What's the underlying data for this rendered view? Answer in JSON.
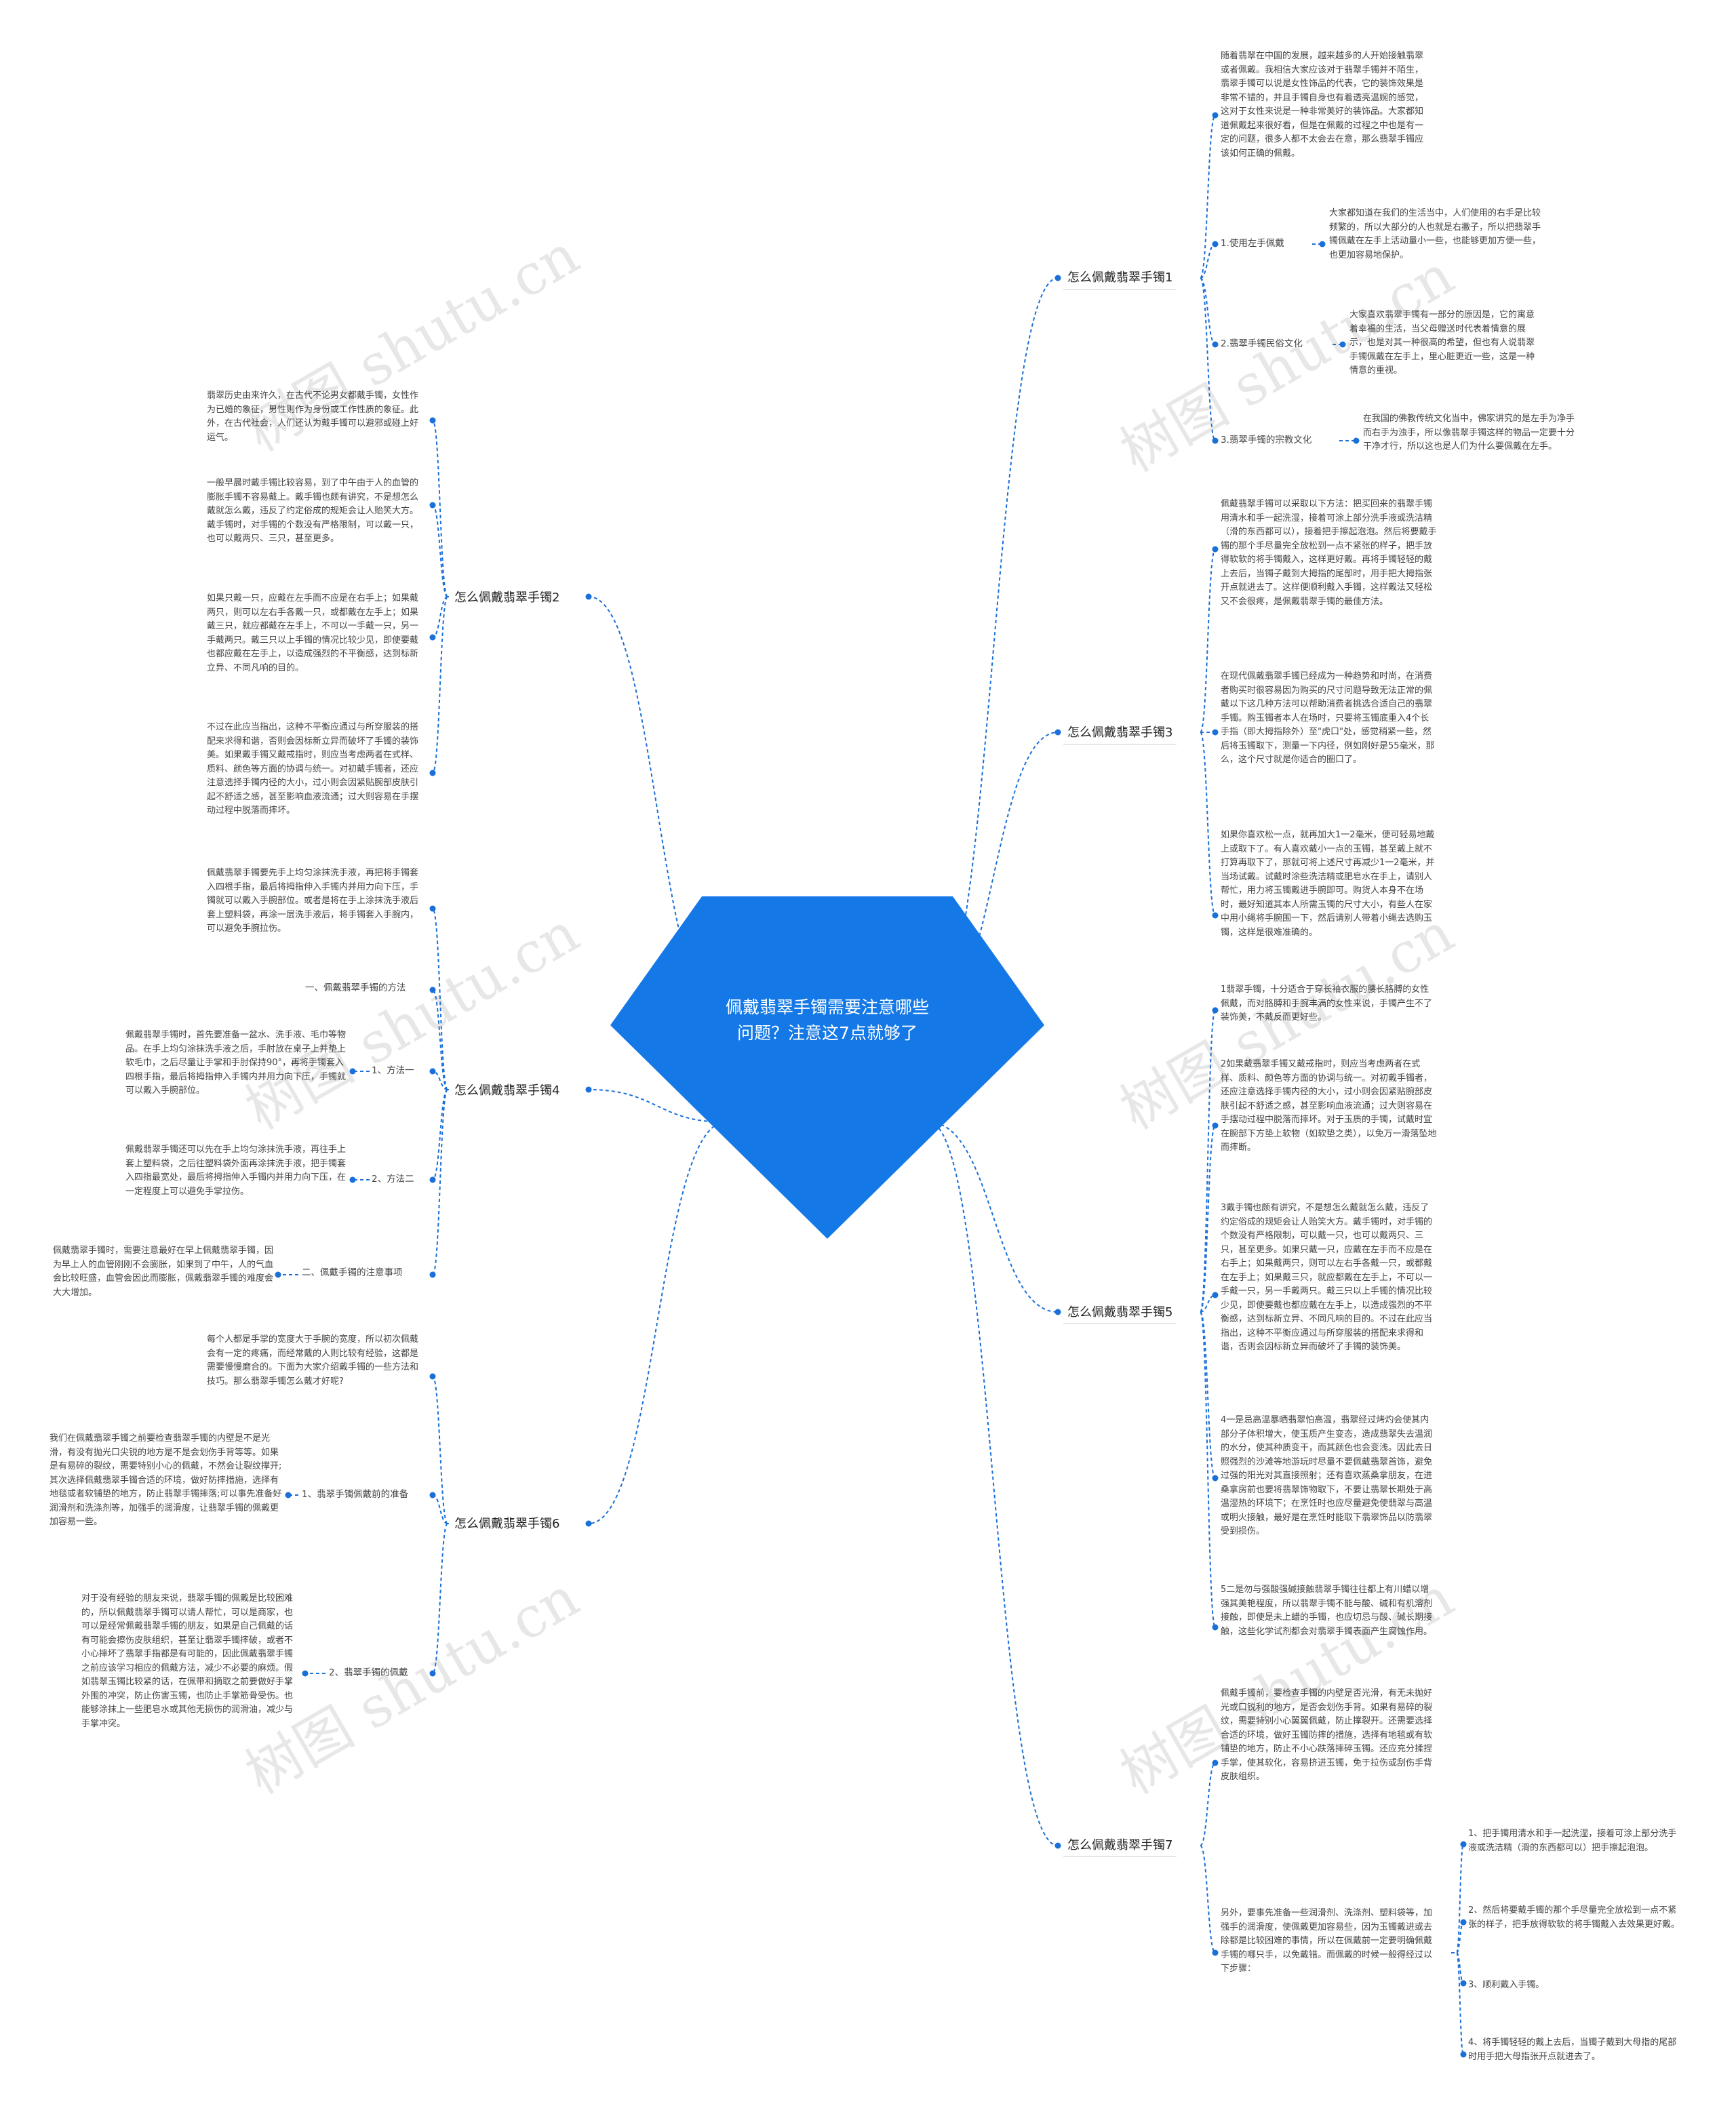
{
  "center": {
    "title": "佩戴翡翠手镯需要注意哪些问题？注意这7点就够了",
    "color": "#1478e6"
  },
  "line_color": "#1a6fd8",
  "watermark": "树图 shutu.cn",
  "branches": {
    "b1": {
      "label": "怎么佩戴翡翠手镯1",
      "intro": "随着翡翠在中国的发展，越来越多的人开始接触翡翠或者佩戴。我相信大家应该对于翡翠手镯并不陌生，翡翠手镯可以说是女性饰品的代表，它的装饰效果是非常不错的，并且手镯自身也有着透亮温婉的感觉，这对于女性来说是一种非常美好的装饰品。大家都知道佩戴起来很好看，但是在佩戴的过程之中也是有一定的问题，很多人都不太会去在意，那么翡翠手镯应该如何正确的佩戴。",
      "subs": [
        {
          "label": "1.使用左手佩戴",
          "text": "大家都知道在我们的生活当中，人们使用的右手是比较频繁的，所以大部分的人也就是右撇子，所以把翡翠手镯佩戴在左手上活动量小一些，也能够更加方便一些，也更加容易地保护。"
        },
        {
          "label": "2.翡翠手镯民俗文化",
          "text": "大家喜欢翡翠手镯有一部分的原因是，它的寓意着幸福的生活，当父母赠送时代表着情意的展示，也是对其一种很高的希望，但也有人说翡翠手镯佩戴在左手上，里心脏更近一些，这是一种情意的重视。"
        },
        {
          "label": "3.翡翠手镯的宗教文化",
          "text": "在我国的佛教传统文化当中，佛家讲究的是左手为净手而右手为浊手，所以像翡翠手镯这样的物品一定要十分干净才行，所以这也是人们为什么要佩戴在左手。"
        }
      ]
    },
    "b2": {
      "label": "怎么佩戴翡翠手镯2",
      "texts": [
        "翡翠历史由来许久，在古代不论男女都戴手镯，女性作为已婚的象征，男性则作为身份或工作性质的象征。此外，在古代社会，人们还认为戴手镯可以避邪或碰上好运气。",
        "一般早晨时戴手镯比较容易，到了中午由于人的血管的膨胀手镯不容易戴上。戴手镯也颇有讲究，不是想怎么戴就怎么戴，违反了约定俗成的规矩会让人贻笑大方。戴手镯时，对手镯的个数没有严格限制，可以戴一只，也可以戴两只、三只，甚至更多。",
        "如果只戴一只，应戴在左手而不应是在右手上；如果戴两只，则可以左右手各戴一只，或都戴在左手上；如果戴三只，就应都戴在左手上，不可以一手戴一只，另一手戴两只。戴三只以上手镯的情况比较少见，即使要戴也都应戴在左手上，以造成强烈的不平衡感，达到标新立异、不同凡响的目的。",
        "不过在此应当指出，这种不平衡应通过与所穿服装的搭配来求得和谐，否则会因标新立异而破坏了手镯的装饰美。如果戴手镯又戴戒指时，则应当考虑两者在式样、质料、颜色等方面的协调与统一。对初戴手镯者，还应注意选择手镯内径的大小，过小则会因紧贴腕部皮肤引起不舒适之感，甚至影响血液流通；过大则容易在手摆动过程中脱落而摔坏。"
      ]
    },
    "b3": {
      "label": "怎么佩戴翡翠手镯3",
      "texts": [
        "佩戴翡翠手镯可以采取以下方法：把买回来的翡翠手镯用清水和手一起洗湿，接着可涂上部分洗手液或洗洁精（滑的东西都可以），接着把手擦起泡泡。然后将要戴手镯的那个手尽量完全放松到一点不紧张的样子，把手放得软软的将手镯戴入，这样更好戴。再将手镯轻轻的戴上去后，当镯子戴到大拇指的尾部时，用手把大拇指张开点就进去了。这样便顺利戴入手镯，这样戴法又轻松又不会很疼，是佩戴翡翠手镯的最佳方法。",
        "在现代佩戴翡翠手镯已经成为一种趋势和时尚，在消费者购买时很容易因为购买的尺寸问题导致无法正常的佩戴以下这几种方法可以帮助消费者挑选合适自己的翡翠手镯。购玉镯者本人在场时，只要将玉镯底重入4个长手指（即大拇指除外）至\"虎口\"处，感觉稍紧一些，然后将玉镯取下，测量一下内径，例如刚好是55毫米，那么，这个尺寸就是你适合的圈口了。",
        "如果你喜欢松一点，就再加大1一2毫米，便可轻易地戴上或取下了。有人喜欢戴小一点的玉镯，甚至戴上就不打算再取下了，那就可将上述尺寸再减少1一2毫米，并当场试戴。试戴时涂些洗洁精或肥皂水在手上，请别人帮忙，用力将玉镯戴进手腕即可。购货人本身不在场时，最好知道其本人所需玉镯的尺寸大小，有些人在家中用小绳将手腕围一下，然后请别人带着小绳去选购玉镯，这样是很难准确的。"
      ]
    },
    "b4": {
      "label": "怎么佩戴翡翠手镯4",
      "intro": "佩戴翡翠手镯要先手上均匀涂抹洗手液，再把将手镯套入四根手指，最后将拇指伸入手镯内并用力向下压，手镯就可以戴入手腕部位。或者是将在手上涂抹洗手液后套上塑料袋，再涂一层洗手液后，将手镯套入手腕内，可以避免手腕拉伤。",
      "subs": [
        {
          "label": "一、佩戴翡翠手镯的方法"
        },
        {
          "label": "1、方法一",
          "text": "佩戴翡翠手镯时，首先要准备一盆水、洗手液、毛巾等物品。在手上均匀涂抹洗手液之后，手肘放在桌子上并垫上软毛巾，之后尽量让手掌和手肘保持90°，再将手镯套入四根手指，最后将拇指伸入手镯内并用力向下压，手镯就可以戴入手腕部位。"
        },
        {
          "label": "2、方法二",
          "text": "佩戴翡翠手镯还可以先在手上均匀涂抹洗手液，再往手上套上塑料袋，之后往塑料袋外面再涂抹洗手液，把手镯套入四指最宽处，最后将拇指伸入手镯内并用力向下压，在一定程度上可以避免手掌拉伤。"
        },
        {
          "label": "二、佩戴手镯的注意事项",
          "text": "佩戴翡翠手镯时，需要注意最好在早上佩戴翡翠手镯，因为早上人的血管刚刚不会膨胀，如果到了中午，人的气血会比较旺盛，血管会因此而膨胀，佩戴翡翠手镯的难度会大大增加。"
        }
      ]
    },
    "b5": {
      "label": "怎么佩戴翡翠手镯5",
      "texts": [
        "1翡翠手镯，十分适合于穿长袖衣服的腰长胳膊的女性佩戴，而对胳膊和手腕丰满的女性来说，手镯产生不了装饰美，不戴反而更好些。",
        "2如果戴翡翠手镯又戴戒指时，则应当考虑两者在式样、质料、颜色等方面的协调与统一。对初戴手镯者，还应注意选择手镯内径的大小，过小则会因紧贴腕部皮肤引起不舒适之感，甚至影响血液流通；过大则容易在手摆动过程中脱落而摔坏。对于玉质的手镯，试戴时宜在腕部下方垫上软物（如软垫之类），以免万一滑落坠地而摔断。",
        "3戴手镯也颇有讲究，不是想怎么戴就怎么戴，违反了约定俗成的规矩会让人贻笑大方。戴手镯时，对手镯的个数没有严格限制，可以戴一只，也可以戴两只、三只，甚至更多。如果只戴一只，应戴在左手而不应是在右手上；如果戴两只，则可以左右手各戴一只，或都戴在左手上；如果戴三只，就应都戴在左手上，不可以一手戴一只，另一手戴两只。戴三只以上手镯的情况比较少见，即使要戴也都应戴在左手上，以造成强烈的不平衡感，达到标新立异、不同凡响的目的。不过在此应当指出，这种不平衡应通过与所穿服装的搭配来求得和谐，否则会因标新立异而破坏了手镯的装饰美。",
        "4一是忌高温暴晒翡翠怕高温，翡翠经过烤灼会使其内部分子体积增大，使玉质产生变态，造成翡翠失去温润的水分，使其种质变干，而其颜色也会变浅。因此去日照强烈的沙滩等地游玩时尽量不要佩戴翡翠首饰，避免过强的阳光对其直接照射；还有喜欢蒸桑拿朋友，在进桑拿房前也要将翡翠饰物取下，不要让翡翠长期处于高温湿热的环境下；在烹饪时也应尽量避免使翡翠与高温或明火接触，最好是在烹饪时能取下翡翠饰品以防翡翠受到损伤。",
        "5二是勿与强酸强碱接触翡翠手镯往往都上有川蜡以增强其美艳程度，所以翡翠手镯不能与酸、碱和有机溶剂接触，即使是未上蜡的手镯，也应切忌与酸、碱长期接触，这些化学试剂都会对翡翠手镯表面产生腐蚀作用。"
      ]
    },
    "b6": {
      "label": "怎么佩戴翡翠手镯6",
      "intro": "每个人都是手掌的宽度大于手腕的宽度，所以初次佩戴会有一定的疼痛，而经常戴的人则比较有经验，这都是需要慢慢磨合的。下面为大家介绍戴手镯的一些方法和技巧。那么翡翠手镯怎么戴才好呢?",
      "subs": [
        {
          "label": "1、翡翠手镯佩戴前的准备",
          "text": "我们在佩戴翡翠手镯之前要检查翡翠手镯的内壁是不是光滑，有没有抛光口尖锐的地方是不是会划伤手背等等。如果是有易碎的裂纹，需要特别小心的佩戴，不然会让裂纹撑开;其次选择佩戴翡翠手镯合适的环境，做好防摔措施，选择有地毯或者软铺垫的地方，防止翡翠手镯摔落;可以事先准备好润滑剂和洗涤剂等，加强手的润滑度，让翡翠手镯的佩戴更加容易一些。"
        },
        {
          "label": "2、翡翠手镯的佩戴",
          "text": "对于没有经验的朋友来说，翡翠手镯的佩戴是比较困难的，所以佩戴翡翠手镯可以请人帮忙，可以是商家，也可以是经常佩戴翡翠手镯的朋友，如果是自己佩戴的话有可能会擦伤皮肤组织，甚至让翡翠手镯摔破，或者不小心摔坏了翡翠手指都是有可能的，因此佩戴翡翠手镯之前应该学习相应的佩戴方法，减少不必要的麻烦。假如翡翠玉镯比较紧的话，在佩带和摘取之前要做好手掌外围的冲突，防止伤害玉镯，也防止手掌筋骨受伤。也能够涂抹上一些肥皂水或其他无损伤的润滑油，减少与手掌冲突。"
        }
      ]
    },
    "b7": {
      "label": "怎么佩戴翡翠手镯7",
      "intro": "佩戴手镯前，要检查手镯的内壁是否光滑，有无未抛好光或口锐利的地方，是否会划伤手背。如果有易碎的裂纹，需要特别小心翼翼佩戴，防止撑裂开。还需要选择合适的环境，做好玉镯防摔的措施，选择有地毯或有软铺垫的地方，防止不小心跌落摔碎玉镯。还应充分揉捏手掌，使其软化，容易挤进玉镯，免于拉伤或刮伤手背皮肤组织。",
      "steps_intro": "另外，要事先准备一些润滑剂、洗涤剂、塑料袋等，加强手的润滑度，使佩戴更加容易些，因为玉镯戴进或去除都是比较困难的事情，所以在佩戴前一定要明确佩戴手镯的哪只手，以免戴错。而佩戴的时候一般得经过以下步骤：",
      "steps": [
        "1、把手镯用清水和手一起洗湿，接着可涂上部分洗手液或洗洁精（滑的东西都可以）把手擦起泡泡。",
        "2、然后将要戴手镯的那个手尽量完全放松到一点不紧张的样子，把手放得软软的将手镯戴入去效果更好戴。",
        "3、顺利戴入手镯。",
        "4、将手镯轻轻的戴上去后，当镯子戴到大母指的尾部时用手把大母指张开点就进去了。"
      ]
    }
  }
}
